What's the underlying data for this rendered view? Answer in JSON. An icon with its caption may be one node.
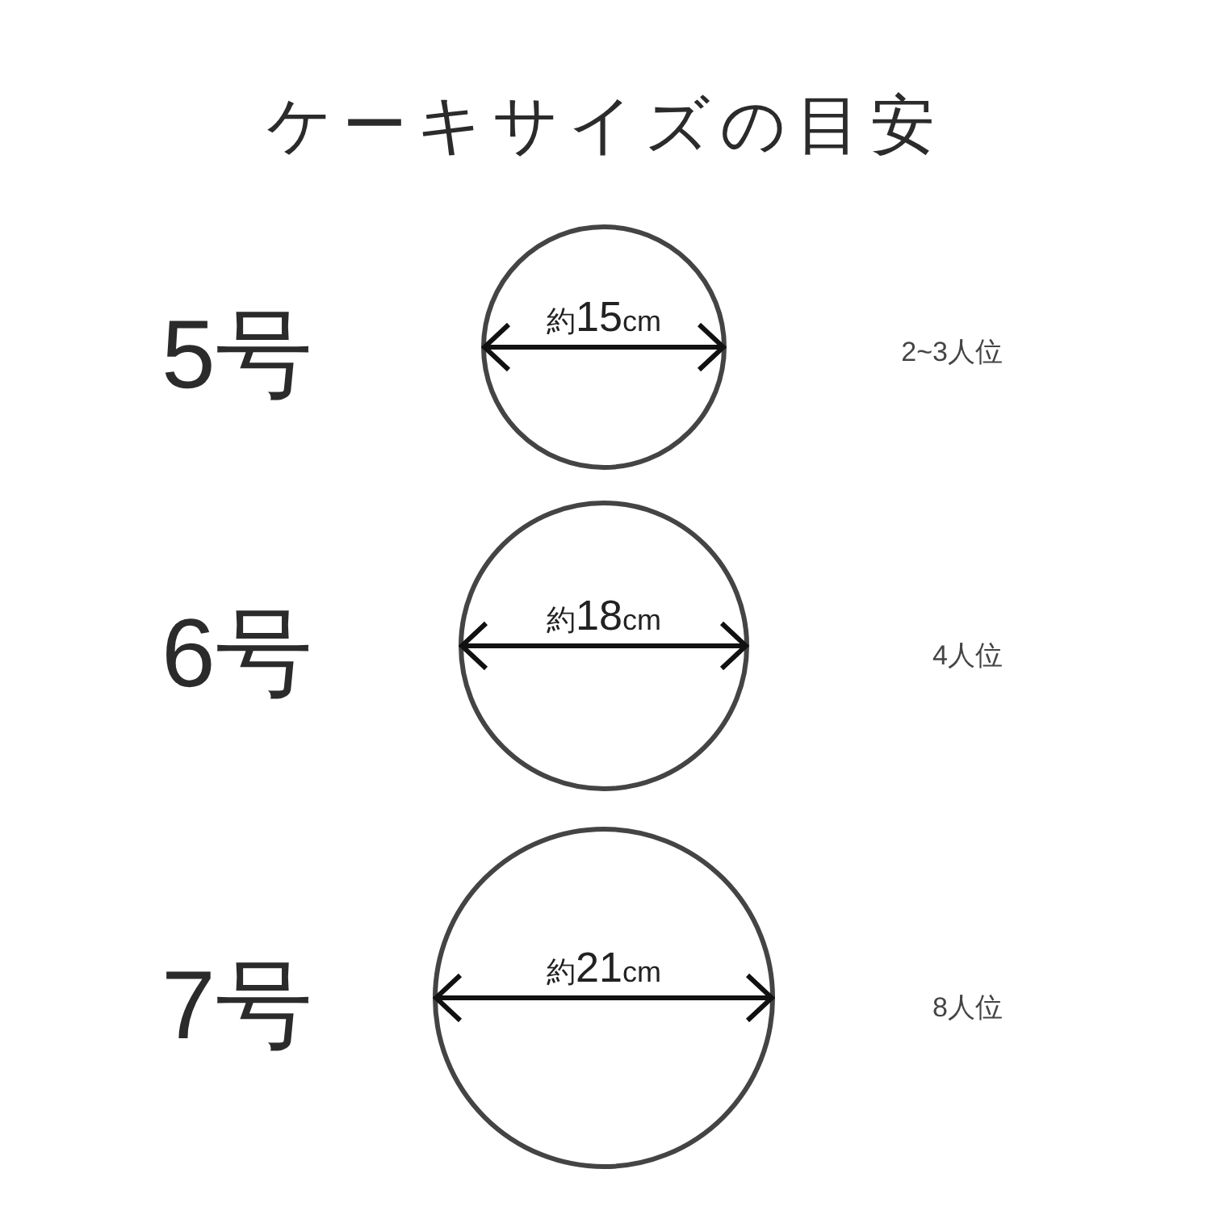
{
  "diagram": {
    "title": "ケーキサイズの目安",
    "nodes": [
      {
        "text": [
          "約15cm"
        ]
      },
      {
        "text": [
          "約18cm"
        ]
      },
      {
        "text": [
          "約21cm"
        ]
      }
    ],
    "labels": [
      "5号",
      "2~3人位",
      "6号",
      "4人位",
      "7号",
      "8人位"
    ]
  }
}
